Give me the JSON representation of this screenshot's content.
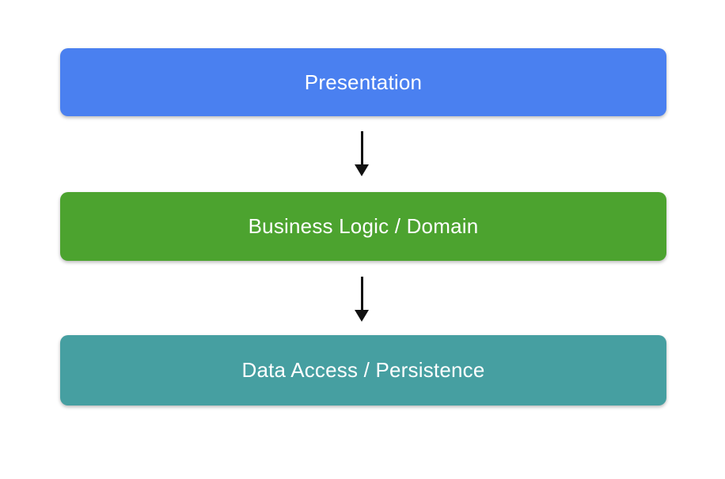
{
  "diagram": {
    "background_color": "#ffffff",
    "arrow_color": "#111111",
    "text_color": "#ffffff",
    "layers": [
      {
        "label": "Presentation",
        "color": "#4a80f0"
      },
      {
        "label": "Business Logic / Domain",
        "color": "#4ca32f"
      },
      {
        "label": "Data Access / Persistence",
        "color": "#469fa1"
      }
    ],
    "arrows": [
      {
        "from": "Presentation",
        "to": "Business Logic / Domain"
      },
      {
        "from": "Business Logic / Domain",
        "to": "Data Access / Persistence"
      }
    ]
  }
}
